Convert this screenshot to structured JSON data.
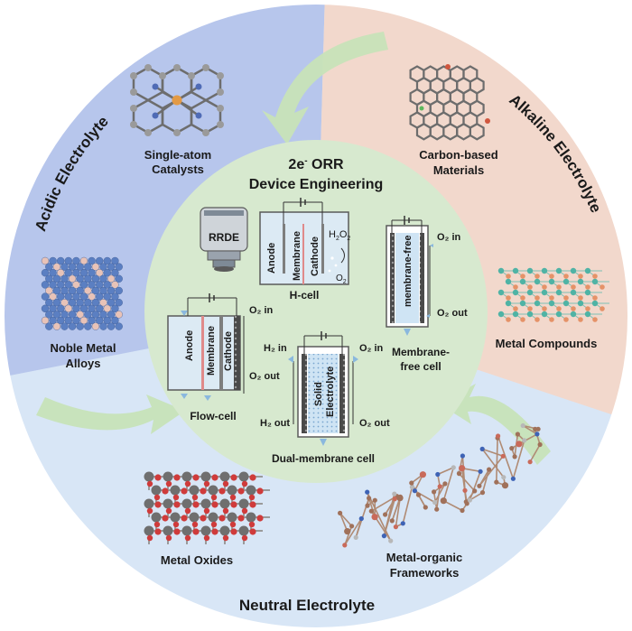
{
  "colors": {
    "acidic": "#b7c6ec",
    "alkaline": "#f2d8cc",
    "neutral": "#d8e6f6",
    "center": "#d7e9cf",
    "arrow": "#c7e3b8",
    "electrolyte_panel": "#dceaf4",
    "tube_blue": "#8ab8de"
  },
  "center": {
    "title_line1": "2e",
    "title_sup": "-",
    "title_rest": " ORR",
    "title_line2": "Device Engineering"
  },
  "electrolytes": {
    "acidic": "Acidic Electrolyte",
    "alkaline": "Alkaline Electrolyte",
    "neutral": "Neutral Electrolyte"
  },
  "catalysts": {
    "single_atom_1": "Single-atom",
    "single_atom_2": "Catalysts",
    "carbon_1": "Carbon-based",
    "carbon_2": "Materials",
    "noble_1": "Noble Metal",
    "noble_2": "Alloys",
    "compounds": "Metal Compounds",
    "oxides": "Metal Oxides",
    "mof_1": "Metal-organic",
    "mof_2": "Frameworks"
  },
  "devices": {
    "rrde": "RRDE",
    "hcell": {
      "name": "H-cell",
      "anode": "Anode",
      "membrane": "Membrane",
      "cathode": "Cathode",
      "h2o2_main": "H",
      "h2o2_sub1": "2",
      "h2o2_mid": "O",
      "h2o2_sub2": "2",
      "o2_main": "O",
      "o2_sub": "2"
    },
    "membrane_free": {
      "inner": "membrane-free",
      "o2_in": "O₂ in",
      "o2_out": "O₂ out",
      "name_1": "Membrane-",
      "name_2": "free cell"
    },
    "flow": {
      "name": "Flow-cell",
      "anode": "Anode",
      "membrane": "Membrane",
      "cathode": "Cathode",
      "o2_in": "O₂ in",
      "o2_out": "O₂ out"
    },
    "dual": {
      "name": "Dual-membrane cell",
      "solid": "Solid",
      "electrolyte": "Electrolyte",
      "h2_in": "H₂ in",
      "h2_out": "H₂ out",
      "o2_in": "O₂ in",
      "o2_out": "O₂ out"
    }
  }
}
